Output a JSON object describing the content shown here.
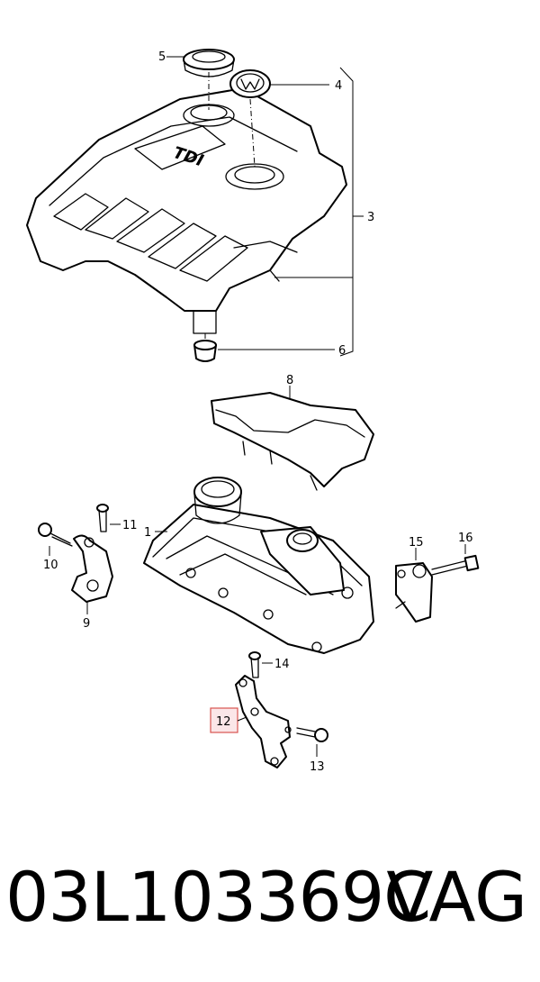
{
  "callouts": {
    "c1": "1",
    "c3": "3",
    "c4": "4",
    "c5": "5",
    "c6": "6",
    "c8": "8",
    "c9": "9",
    "c10": "10",
    "c11": "11",
    "c12": "12",
    "c13": "13",
    "c14": "14",
    "c15": "15",
    "c16": "16"
  },
  "highlighted_callout": "12",
  "cover_badge": "TDI",
  "caption": {
    "part_number": "03L103369C",
    "brand": "VAG"
  },
  "colors": {
    "highlight_fill": "#fbe6e8",
    "highlight_stroke": "#d9534f",
    "line": "#000000"
  }
}
